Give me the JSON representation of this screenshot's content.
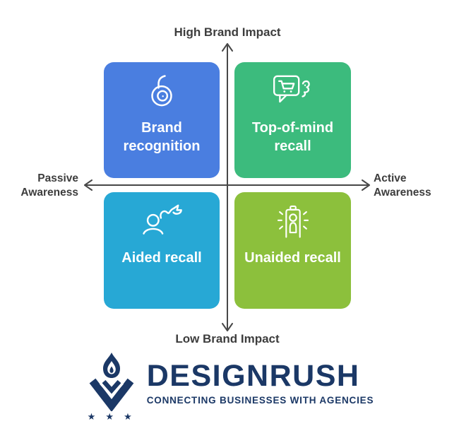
{
  "diagram": {
    "axis": {
      "top_label": "High Brand Impact",
      "bottom_label": "Low Brand Impact",
      "left_label_line1": "Passive",
      "left_label_line2": "Awareness",
      "right_label_line1": "Active",
      "right_label_line2": "Awareness",
      "line_color": "#474747",
      "label_color": "#3d3d3d"
    },
    "quadrants": [
      {
        "key": "brand-recognition",
        "position": "top-left",
        "label": "Brand recognition",
        "color": "#4a7ee0",
        "icon": "brand-spiral-b-icon"
      },
      {
        "key": "top-of-mind-recall",
        "position": "top-right",
        "label": "Top-of-mind recall",
        "color": "#3cbb7d",
        "icon": "speech-bubble-cart-face-icon"
      },
      {
        "key": "aided-recall",
        "position": "bottom-left",
        "label": "Aided recall",
        "color": "#27a8d5",
        "icon": "person-idea-squiggle-icon"
      },
      {
        "key": "unaided-recall",
        "position": "bottom-right",
        "label": "Unaided recall",
        "color": "#8cc03c",
        "icon": "spotlight-person-frame-icon"
      }
    ],
    "quadrant_text_color": "#ffffff"
  },
  "footer": {
    "brand_name": "DESIGNRUSH",
    "tagline": "CONNECTING BUSINESSES WITH AGENCIES",
    "stars": "★ ★ ★",
    "brand_color": "#1b3866"
  }
}
